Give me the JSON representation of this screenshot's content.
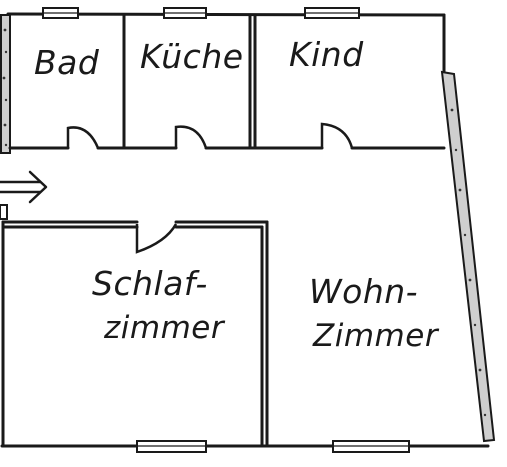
{
  "rooms": {
    "bad": {
      "label": "Bad"
    },
    "kueche": {
      "label": "Küche"
    },
    "kind": {
      "label": "Kind"
    },
    "schlaf": {
      "label_line1": "Schlaf-",
      "label_line2": "zimmer"
    },
    "wohn": {
      "label_line1": "Wohn-",
      "label_line2": "Zimmer"
    }
  }
}
